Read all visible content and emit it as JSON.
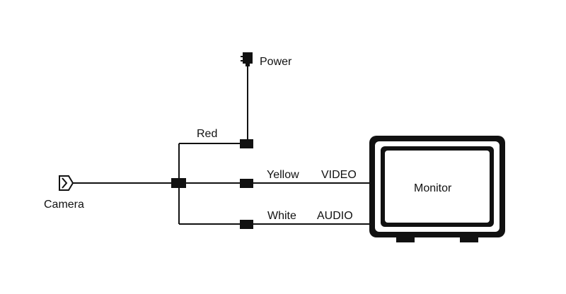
{
  "labels": {
    "power": "Power",
    "red": "Red",
    "yellow": "Yellow",
    "video": "VIDEO",
    "white": "White",
    "audio": "AUDIO",
    "camera": "Camera",
    "monitor": "Monitor"
  },
  "colors": {
    "ink": "#111111",
    "background": "#ffffff"
  },
  "icons": [
    "camera-icon",
    "power-plug-icon",
    "monitor-icon"
  ]
}
